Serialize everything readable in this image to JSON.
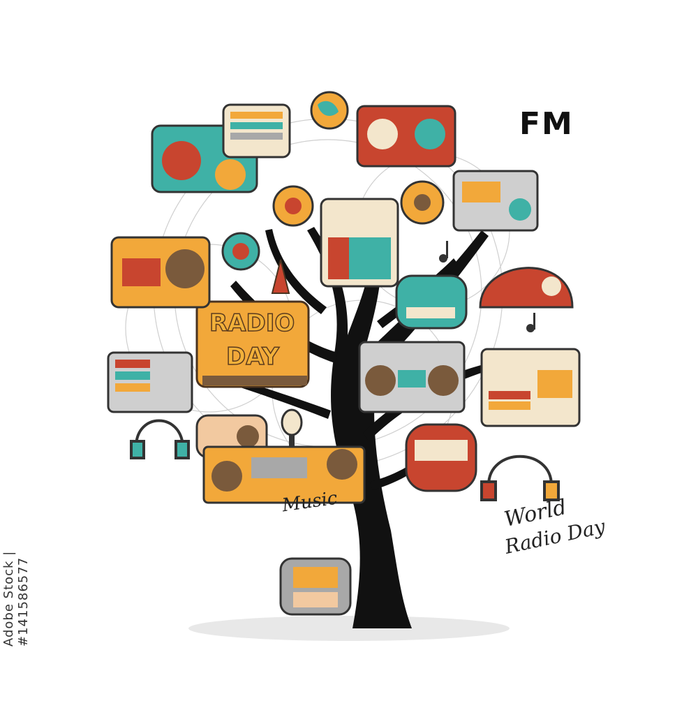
{
  "illustration": {
    "fm_label": "FM",
    "sign_line1": "RADIO",
    "sign_line2": "DAY",
    "music_label": "Music",
    "caption_line1": "World",
    "caption_line2": "Radio Day",
    "stock_id": "Adobe Stock | #141586577"
  },
  "palette": {
    "trunk": "#111111",
    "orange": "#f2a83a",
    "teal": "#3fb1a6",
    "red": "#c8452f",
    "brown": "#7a5a3c",
    "grey": "#a8a8a8",
    "cream": "#f3e6cc"
  }
}
